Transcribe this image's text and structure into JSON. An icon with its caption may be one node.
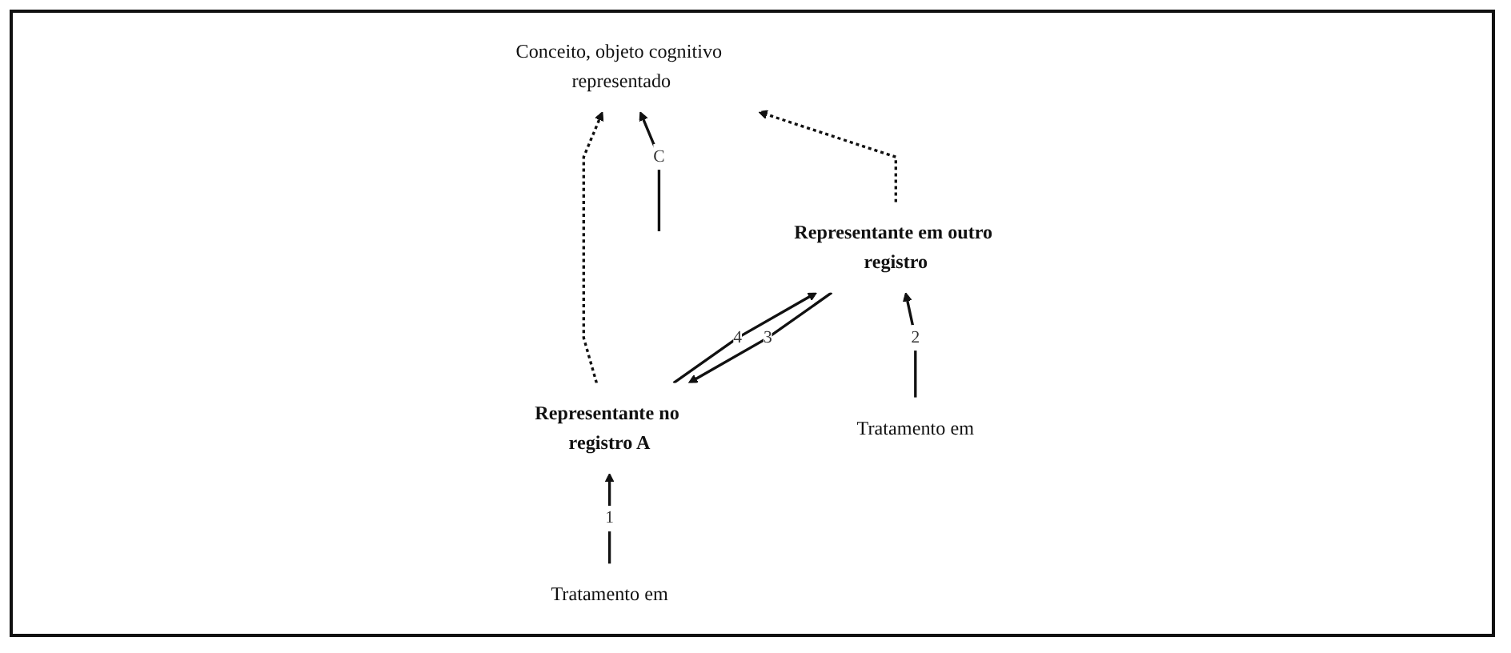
{
  "diagram": {
    "nodes": [
      {
        "text": [
          "Conceito, objeto cognitivo representado"
        ]
      },
      {
        "text": [
          "Representante no registro A"
        ]
      },
      {
        "text": [
          "Representante em outro registro"
        ]
      },
      {
        "text": [
          "Tratamento em"
        ]
      },
      {
        "text": [
          "Tratamento em"
        ]
      }
    ],
    "edges": [
      {
        "from": 1,
        "to": 0,
        "arrow": "to",
        "style": "dashed"
      },
      {
        "from": null,
        "to": 0,
        "label": "C",
        "arrow": "to"
      },
      {
        "from": 2,
        "to": 0,
        "arrow": "to",
        "style": "dashed"
      },
      {
        "from": 1,
        "to": 2,
        "label": "4",
        "arrow": "to"
      },
      {
        "from": 2,
        "to": 1,
        "label": "3",
        "arrow": "to"
      },
      {
        "from": 3,
        "to": 1,
        "label": "1",
        "arrow": "to"
      },
      {
        "from": 4,
        "to": 2,
        "label": "2",
        "arrow": "to"
      }
    ]
  }
}
